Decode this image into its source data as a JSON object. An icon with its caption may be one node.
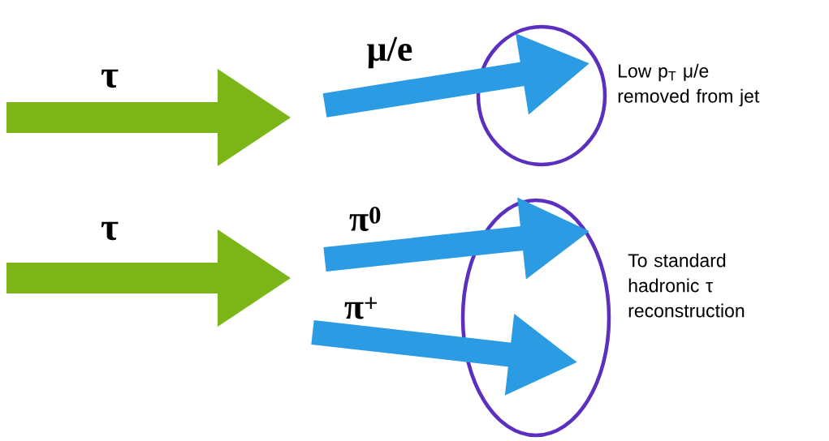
{
  "diagram": {
    "nodes": [
      {
        "text": [],
        "shape": "ellipse",
        "beside": [
          "Low p$_{T}$ μ/e removed from jet"
        ]
      },
      {
        "text": [],
        "shape": "ellipse",
        "beside": [
          "To standard hadronic τ reconstruction"
        ]
      }
    ],
    "edges": [
      {
        "from": null,
        "to": 0,
        "arrow": "to",
        "label": "μ/e"
      },
      {
        "from": null,
        "to": 1,
        "arrow": "to",
        "label": "π$^{0}$"
      },
      {
        "from": null,
        "to": 1,
        "arrow": "to",
        "label": "π$^{+}$"
      }
    ],
    "labels": [
      "τ",
      "τ"
    ]
  }
}
